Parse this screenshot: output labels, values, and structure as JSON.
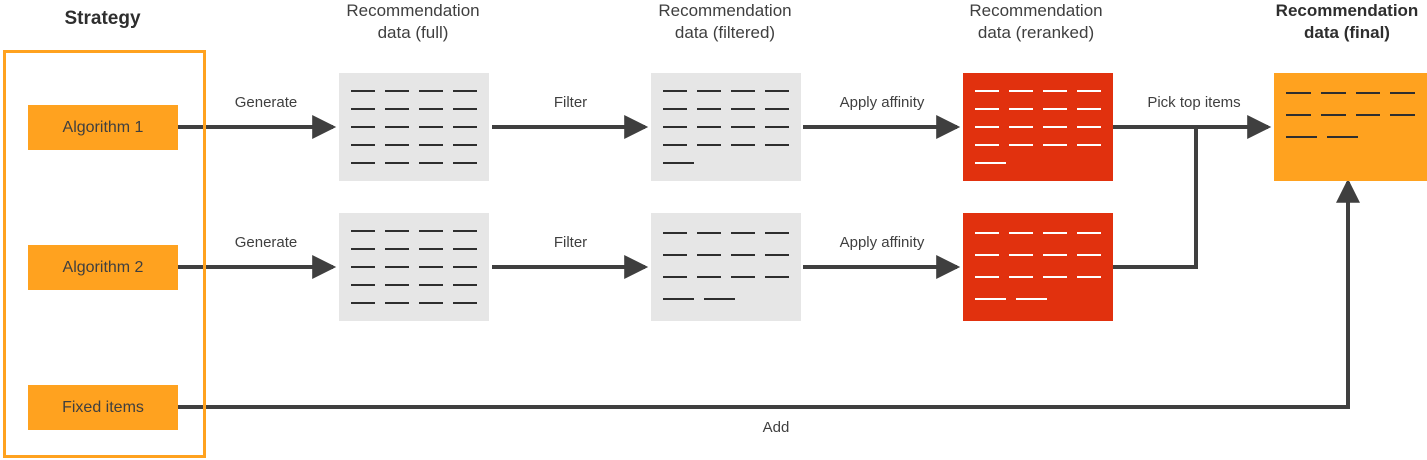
{
  "diagram": {
    "title": "Recommendation pipeline flow",
    "colors": {
      "orange": "#ffa21f",
      "red": "#e1310e",
      "grey": "#e6e6e6",
      "arrow": "#3f3f3f",
      "text": "#3f3f3f"
    }
  },
  "columns": {
    "strategy": "Strategy",
    "full": "Recommendation\ndata (full)",
    "filtered": "Recommendation\ndata (filtered)",
    "reranked": "Recommendation\ndata (reranked)",
    "final": "Recommendation\ndata (final)"
  },
  "strategy": {
    "items": [
      {
        "label": "Algorithm 1"
      },
      {
        "label": "Algorithm 2"
      },
      {
        "label": "Fixed items"
      }
    ]
  },
  "edges": {
    "generate_1": "Generate",
    "generate_2": "Generate",
    "filter_1": "Filter",
    "filter_2": "Filter",
    "affinity_1": "Apply affinity",
    "affinity_2": "Apply affinity",
    "pick_top": "Pick top items",
    "add": "Add"
  },
  "blocks": {
    "full_1": {
      "style": "grey",
      "tick": "dark",
      "rows": [
        4,
        4,
        4,
        4,
        4
      ]
    },
    "filtered_1": {
      "style": "grey",
      "tick": "dark",
      "rows": [
        4,
        4,
        4,
        4,
        1
      ]
    },
    "reranked_1": {
      "style": "red",
      "tick": "light",
      "rows": [
        4,
        4,
        4,
        4,
        1
      ]
    },
    "full_2": {
      "style": "grey",
      "tick": "dark",
      "rows": [
        4,
        4,
        4,
        4,
        4
      ]
    },
    "filtered_2": {
      "style": "grey",
      "tick": "dark",
      "rows": [
        4,
        4,
        4,
        2
      ]
    },
    "reranked_2": {
      "style": "red",
      "tick": "light",
      "rows": [
        4,
        4,
        4,
        2
      ]
    },
    "final": {
      "style": "orange",
      "tick": "dark",
      "rows": [
        4,
        4,
        2
      ]
    }
  }
}
